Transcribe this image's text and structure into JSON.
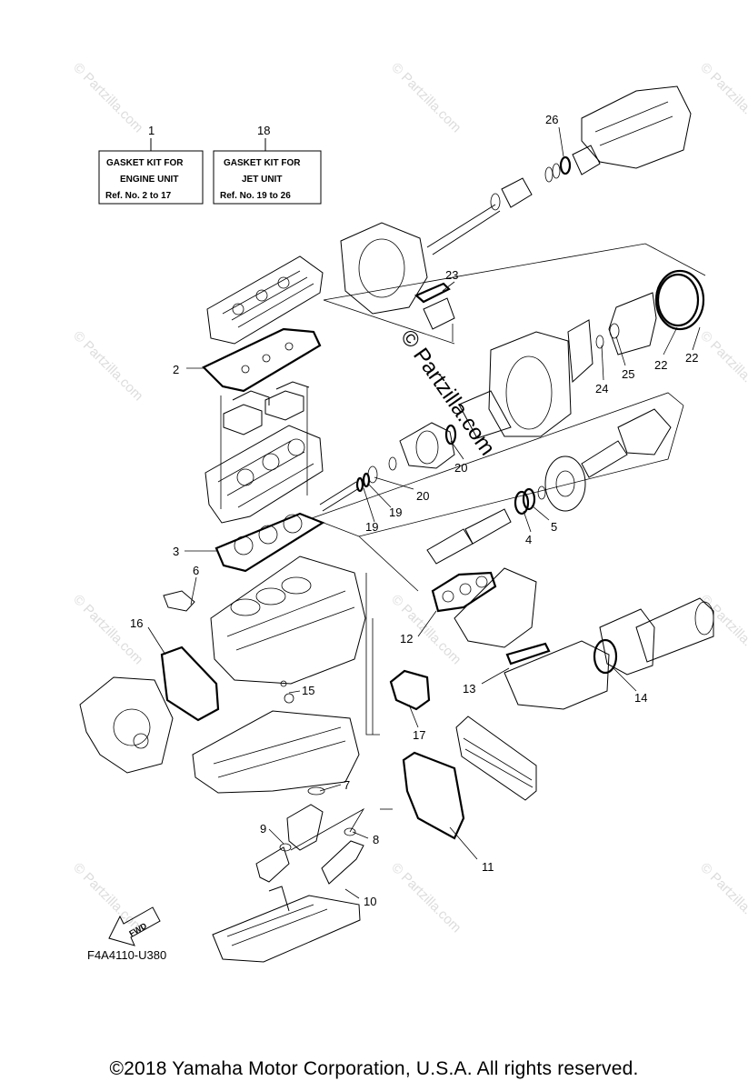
{
  "kits": [
    {
      "number": "1",
      "line1": "GASKET KIT FOR",
      "line2": "ENGINE UNIT",
      "line3": "Ref. No. 2 to 17"
    },
    {
      "number": "18",
      "line1": "GASKET KIT FOR",
      "line2": "JET UNIT",
      "line3": "Ref. No. 19 to 26"
    }
  ],
  "callouts": [
    "2",
    "3",
    "4",
    "5",
    "6",
    "7",
    "8",
    "9",
    "10",
    "11",
    "12",
    "13",
    "14",
    "15",
    "16",
    "17",
    "19",
    "19",
    "20",
    "20",
    "22",
    "22",
    "23",
    "24",
    "25",
    "26"
  ],
  "watermark": "© Partzilla.com",
  "fwd_label": "FWD",
  "diagram_code": "F4A4110-U380",
  "copyright": "©2018  Yamaha Motor Corporation, U.S.A. All rights reserved."
}
